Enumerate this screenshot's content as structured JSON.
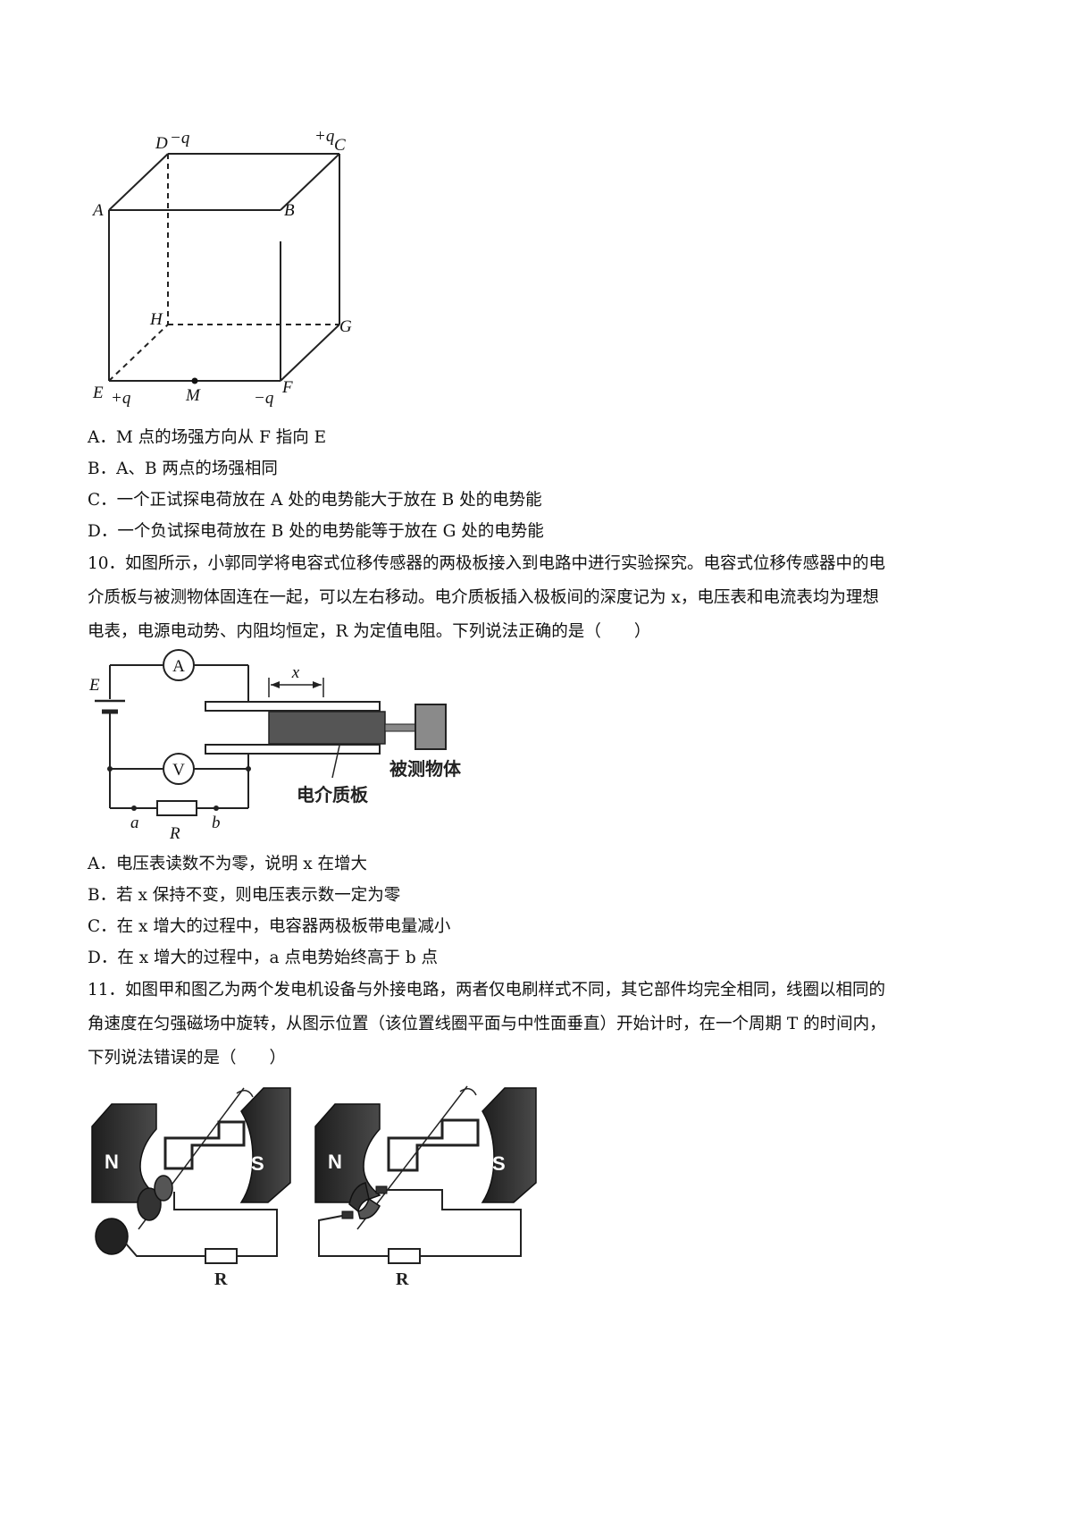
{
  "fig_cube": {
    "labels": {
      "D": "D",
      "Dq": "−q",
      "Cq": "+q",
      "C": "C",
      "A": "A",
      "B": "B",
      "H": "H",
      "G": "G",
      "E": "E",
      "Eq": "+q",
      "M": "M",
      "Fq": "−q",
      "F": "F"
    }
  },
  "q9_options": [
    "A．M 点的场强方向从 F 指向 E",
    "B．A、B 两点的场强相同",
    "C．一个正试探电荷放在 A 处的电势能大于放在 B 处的电势能",
    "D．一个负试探电荷放在 B 处的电势能等于放在 G 处的电势能"
  ],
  "q10": {
    "lines": [
      "10．如图所示，小郭同学将电容式位移传感器的两极板接入到电路中进行实验探究。电容式位移传感器中的电",
      "介质板与被测物体固连在一起，可以左右移动。电介质板插入极板间的深度记为 x，电压表和电流表均为理想",
      "电表，电源电动势、内阻均恒定，R 为定值电阻。下列说法正确的是（　　）"
    ],
    "figure": {
      "E": "E",
      "A": "A",
      "V": "V",
      "x": "x",
      "a": "a",
      "b": "b",
      "R": "R",
      "dielectric": "电介质板",
      "object": "被测物体"
    },
    "options": [
      "A．电压表读数不为零，说明 x 在增大",
      "B．若 x 保持不变，则电压表示数一定为零",
      "C．在 x 增大的过程中，电容器两极板带电量减小",
      "D．在 x 增大的过程中，a 点电势始终高于 b 点"
    ]
  },
  "q11": {
    "lines": [
      "11．如图甲和图乙为两个发电机设备与外接电路，两者仅电刷样式不同，其它部件均完全相同，线圈以相同的",
      "角速度在匀强磁场中旋转，从图示位置（该位置线圈平面与中性面垂直）开始计时，在一个周期 T 的时间内，",
      "下列说法错误的是（　　）"
    ],
    "figure": {
      "N": "N",
      "S": "S",
      "R": "R"
    }
  }
}
